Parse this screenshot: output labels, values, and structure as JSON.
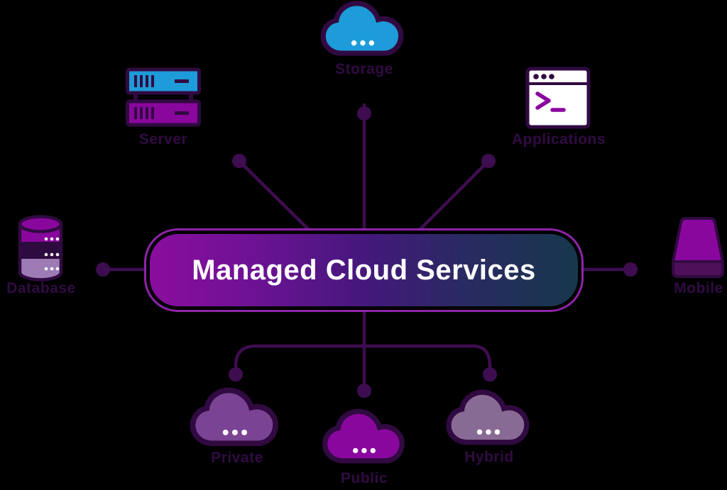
{
  "center": {
    "label": "Managed Cloud Services"
  },
  "nodes": {
    "storage": {
      "label": "Storage",
      "icon": "cloud-icon"
    },
    "server": {
      "label": "Server",
      "icon": "server-rack-icon"
    },
    "applications": {
      "label": "Applications",
      "icon": "terminal-window-icon"
    },
    "database": {
      "label": "Database",
      "icon": "database-cylinder-icon"
    },
    "mobile": {
      "label": "Mobile",
      "icon": "mobile-device-icon"
    },
    "private": {
      "label": "Private",
      "icon": "cloud-icon"
    },
    "public": {
      "label": "Public",
      "icon": "cloud-icon"
    },
    "hybrid": {
      "label": "Hybrid",
      "icon": "cloud-icon"
    }
  },
  "colors": {
    "background": "#000000",
    "outline": "#310a41",
    "line": "#3e0d50",
    "blue": "#1e9bd9",
    "bright_purple": "#8a079e",
    "private_cloud": "#7b4394",
    "hybrid_cloud": "#886b94",
    "db_mid": "#2e0b3e",
    "db_bottom": "#9d7cb5",
    "mobile_edge": "#4e0f59",
    "label_text": "#310b42",
    "center_border": "#8e24aa",
    "center_text": "#ffffff",
    "grad_left": "#8a0d9e",
    "grad_mid": "#44187c",
    "grad_right": "#17374c"
  }
}
